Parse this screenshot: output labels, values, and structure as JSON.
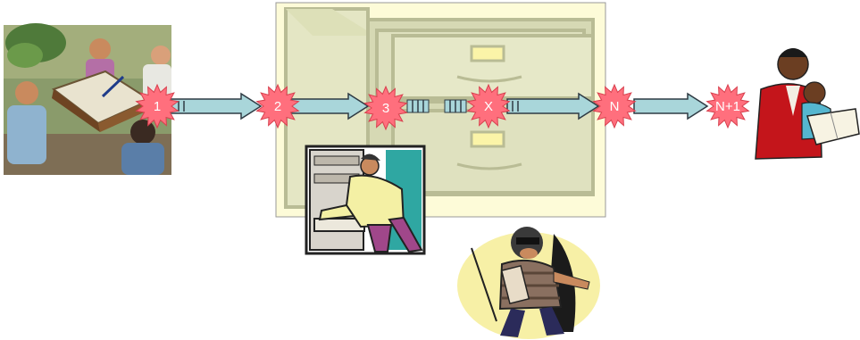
{
  "diagram": {
    "steps": [
      {
        "id": "step-1",
        "label": "1"
      },
      {
        "id": "step-2",
        "label": "2"
      },
      {
        "id": "step-3",
        "label": "3"
      },
      {
        "id": "step-x",
        "label": "X"
      },
      {
        "id": "step-n",
        "label": "N"
      },
      {
        "id": "step-n-plus-1",
        "label": "N+1"
      }
    ],
    "colors": {
      "burst_fill": "#ff6f7d",
      "burst_stroke": "#d8404e",
      "arrow_fill": "#a9d6da",
      "arrow_stroke": "#2f3b44",
      "cabinet_bg": "#fdfbd8",
      "cabinet_body": "#d6d9b4"
    },
    "clipart": {
      "meeting": "meeting-clipart",
      "filing_cabinet": "filing-cabinet-clipart",
      "clerk": "clerk-at-cabinet-clipart",
      "thief": "thief-clipart",
      "reader": "parent-reading-to-child-clipart"
    }
  }
}
